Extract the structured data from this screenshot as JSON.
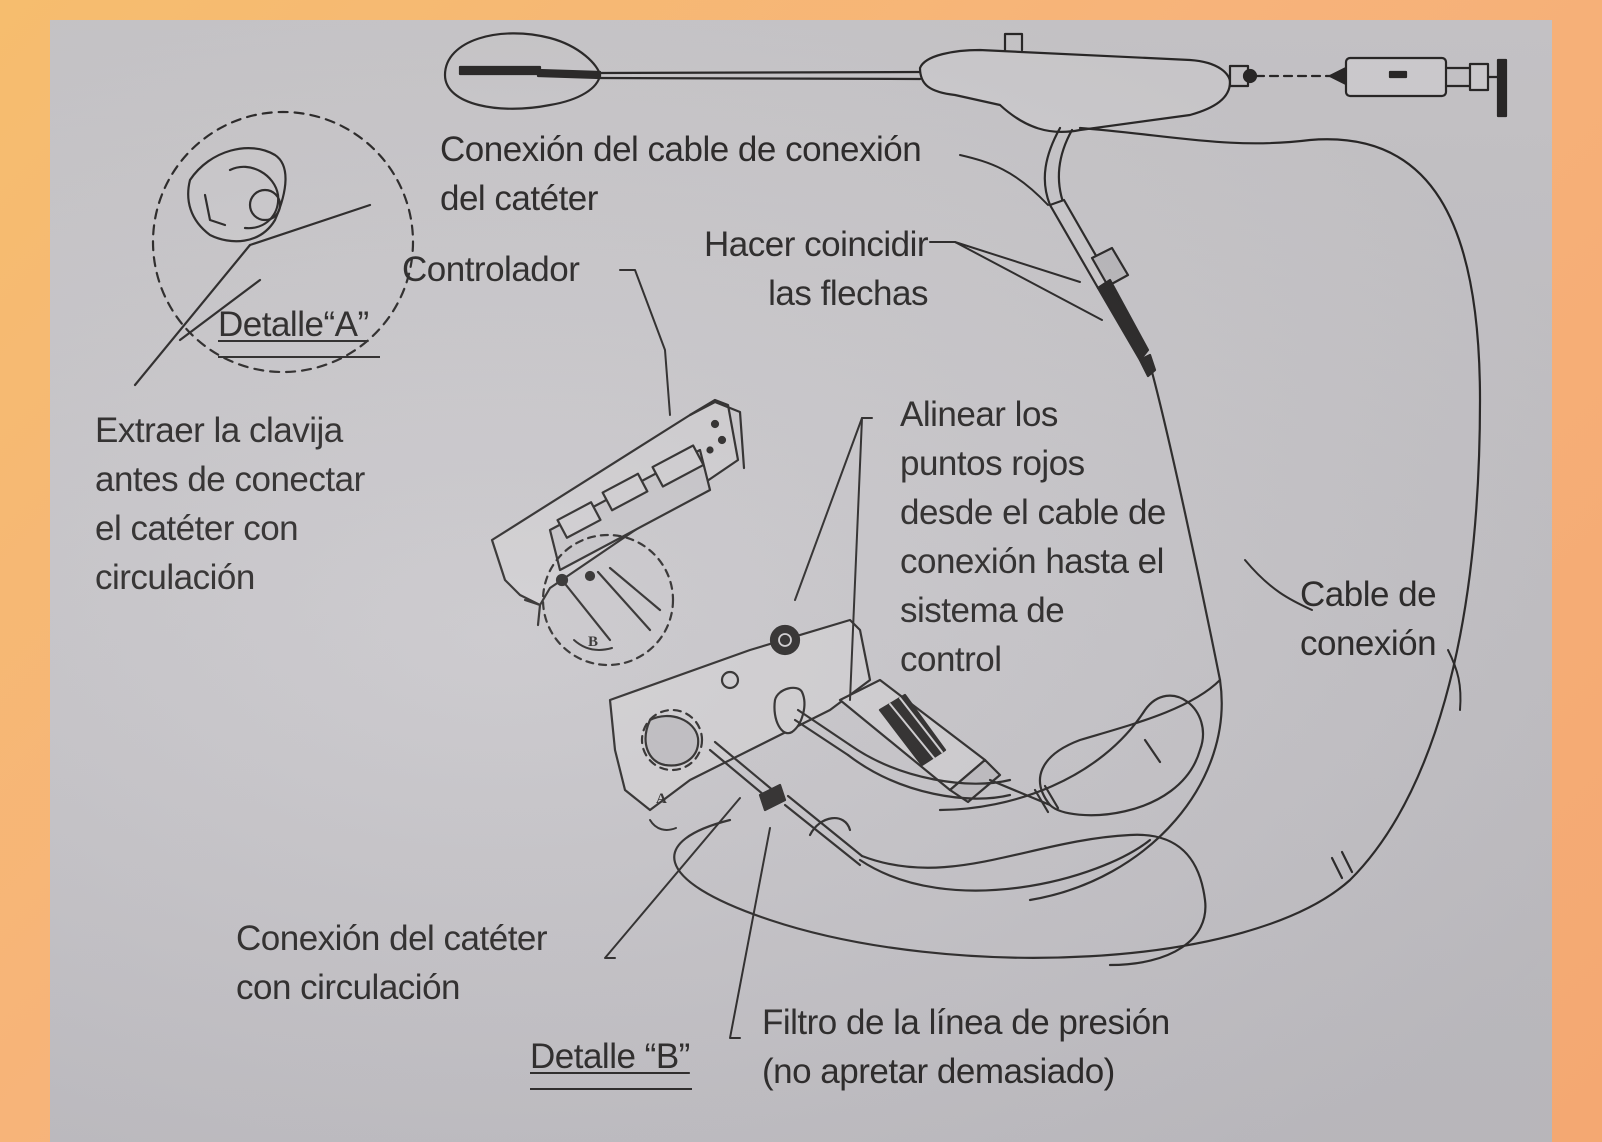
{
  "labels": {
    "cable_conexion_cateter": "Conexión del cable de conexión\ndel catéter",
    "controlador": "Controlador",
    "hacer_coincidir": "Hacer coincidir\nlas flechas",
    "detalle_a": "Detalle“A”",
    "extraer": "Extraer la clavija\nantes de conectar\nel catéter con\ncirculación",
    "alinear": "Alinear los\npuntos rojos\ndesde el cable de\nconexión hasta el\nsistema de\ncontrol",
    "cable_de_conexion": "Cable de\nconexión",
    "conexion_cateter": "Conexión del catéter\ncon circulación",
    "filtro": "Filtro de la línea de presión\n(no apretar demasiado)",
    "detalle_b": "Detalle “B”",
    "marker_a": "A",
    "marker_b": "B"
  },
  "colors": {
    "paper": "#cac8cc",
    "ink": "#2a2828",
    "frame": "#f6b873"
  }
}
